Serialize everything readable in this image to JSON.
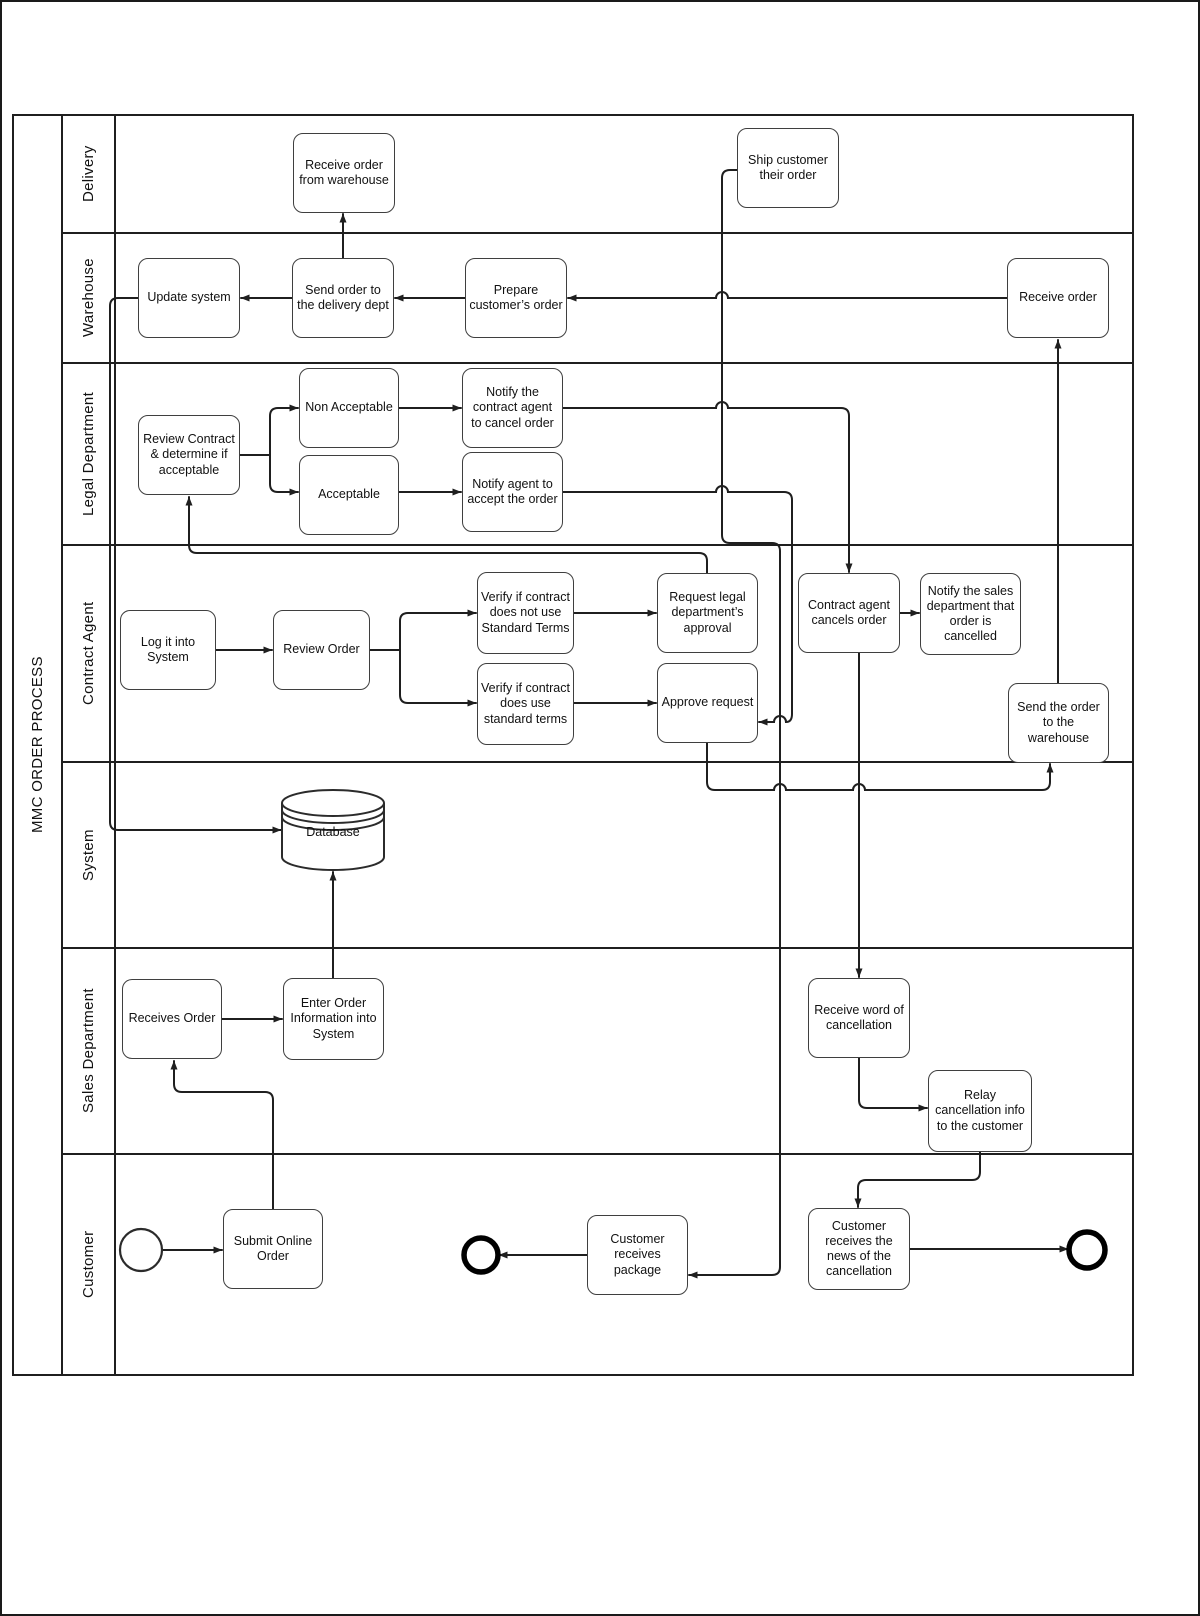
{
  "diagram": {
    "title": "MMC ORDER PROCESS",
    "lanes": [
      {
        "label": "Delivery"
      },
      {
        "label": "Warehouse"
      },
      {
        "label": "Legal Department"
      },
      {
        "label": "Contract Agent"
      },
      {
        "label": "System"
      },
      {
        "label": "Sales Department"
      },
      {
        "label": "Customer"
      }
    ],
    "nodes": {
      "receive_from_warehouse": "Receive order from warehouse",
      "ship_customer": "Ship customer their order",
      "update_system": "Update system",
      "send_order_delivery": "Send order to the delivery dept",
      "prepare_order": "Prepare customer’s order",
      "receive_order": "Receive order",
      "review_contract": "Review Contract & determine if acceptable",
      "non_acceptable": "Non Acceptable",
      "acceptable": "Acceptable",
      "notify_cancel": "Notify the contract agent to cancel order",
      "notify_accept": "Notify agent to accept the order",
      "log_it": "Log it into System",
      "review_order": "Review Order",
      "verify_not_standard": "Verify if contract does not use Standard Terms",
      "verify_standard": "Verify if contract does use standard terms",
      "request_legal": "Request legal department’s approval",
      "approve_request": "Approve request",
      "cancels_order": "Contract agent cancels order",
      "notify_sales": "Notify the sales department that order is cancelled",
      "send_warehouse": "Send the order to the warehouse",
      "database": "Database",
      "receives_order": "Receives Order",
      "enter_order": "Enter Order Information into System",
      "receive_word": "Receive word of cancellation",
      "relay_info": "Relay cancellation info to the customer",
      "submit_online": "Submit Online Order",
      "customer_pkg": "Customer receives package",
      "customer_news": "Customer receives the news of the cancellation"
    },
    "colors": {
      "stroke": "#1f1f1f",
      "box_border": "#3f3f3f",
      "background": "#ffffff"
    }
  }
}
